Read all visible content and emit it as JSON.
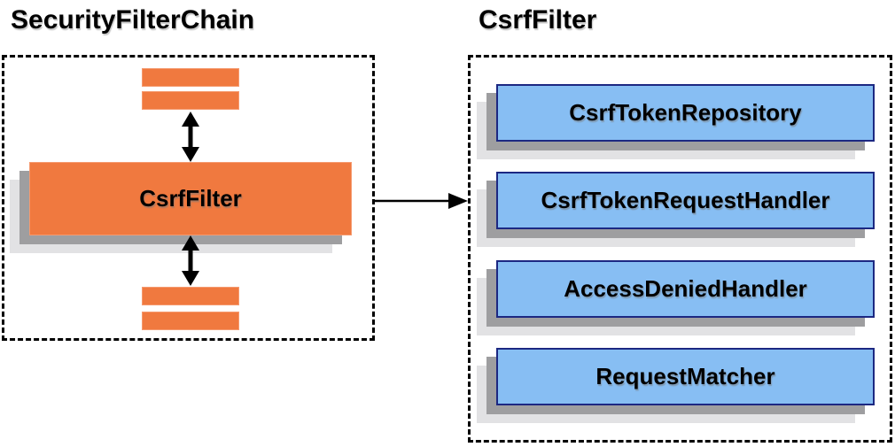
{
  "left_group": {
    "title": "SecurityFilterChain",
    "filter_node_label": "CsrfFilter"
  },
  "right_group": {
    "title": "CsrfFilter",
    "components": [
      "CsrfTokenRepository",
      "CsrfTokenRequestHandler",
      "AccessDeniedHandler",
      "RequestMatcher"
    ]
  },
  "icons": {
    "vertical_arrows": "double-headed-arrow-icon",
    "horizontal_arrow": "right-arrow-icon"
  },
  "colors": {
    "orange_fill": "#F0793F",
    "orange_border": "#F59A6F",
    "blue_fill": "#87BEF3",
    "blue_border": "#1C2882",
    "shadow_dark": "#9E9EA0",
    "shadow_light": "#E2E2E4",
    "arrow_black": "#000000"
  }
}
